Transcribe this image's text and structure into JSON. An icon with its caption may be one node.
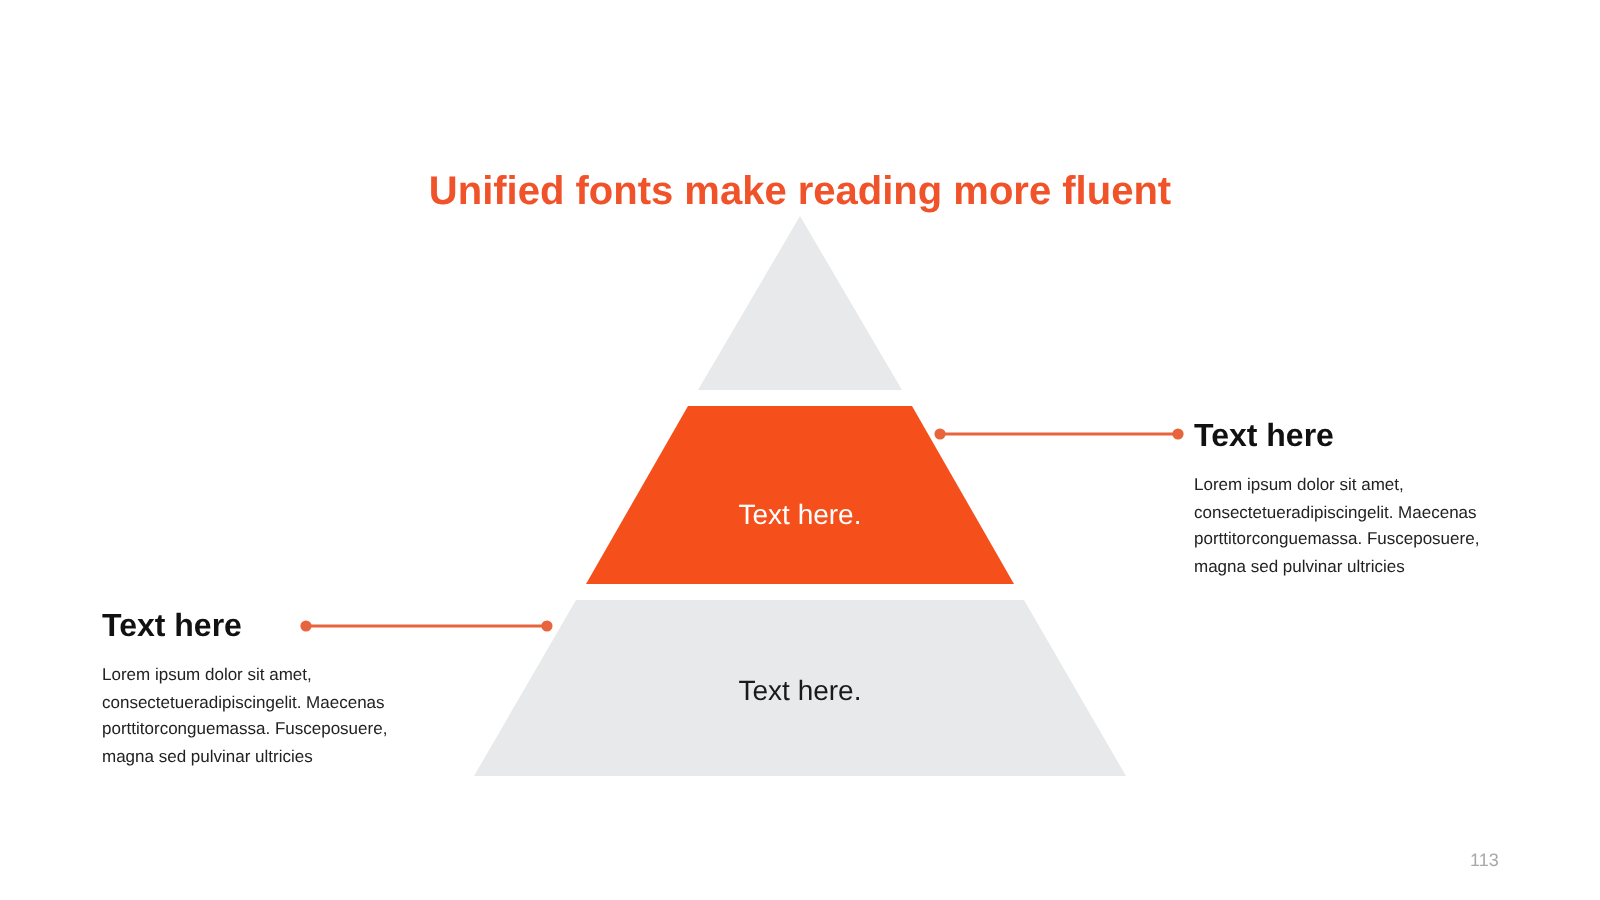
{
  "diagram": {
    "title": "Unified fonts make reading more fluent",
    "nodes": [
      {
        "text": [],
        "shape": "triangle"
      },
      {
        "text": [
          "Text here."
        ]
      },
      {
        "text": [
          "Text here."
        ]
      },
      {
        "text": [
          "Text here",
          "Lorem ipsum dolor sit amet, consectetueradipiscingelit. Maecenas porttitorconguemassa. Fusceposuere, magna sed pulvinar ultricies"
        ]
      },
      {
        "text": [
          "Text here",
          "Lorem ipsum dolor sit amet, consectetueradipiscingelit. Maecenas porttitorconguemassa. Fusceposuere, magna sed pulvinar ultricies"
        ]
      }
    ],
    "edges": [
      {
        "from": 3,
        "to": 1,
        "arrow": "other"
      },
      {
        "from": 4,
        "to": 2,
        "arrow": "other"
      }
    ],
    "labels": [
      "113"
    ]
  }
}
